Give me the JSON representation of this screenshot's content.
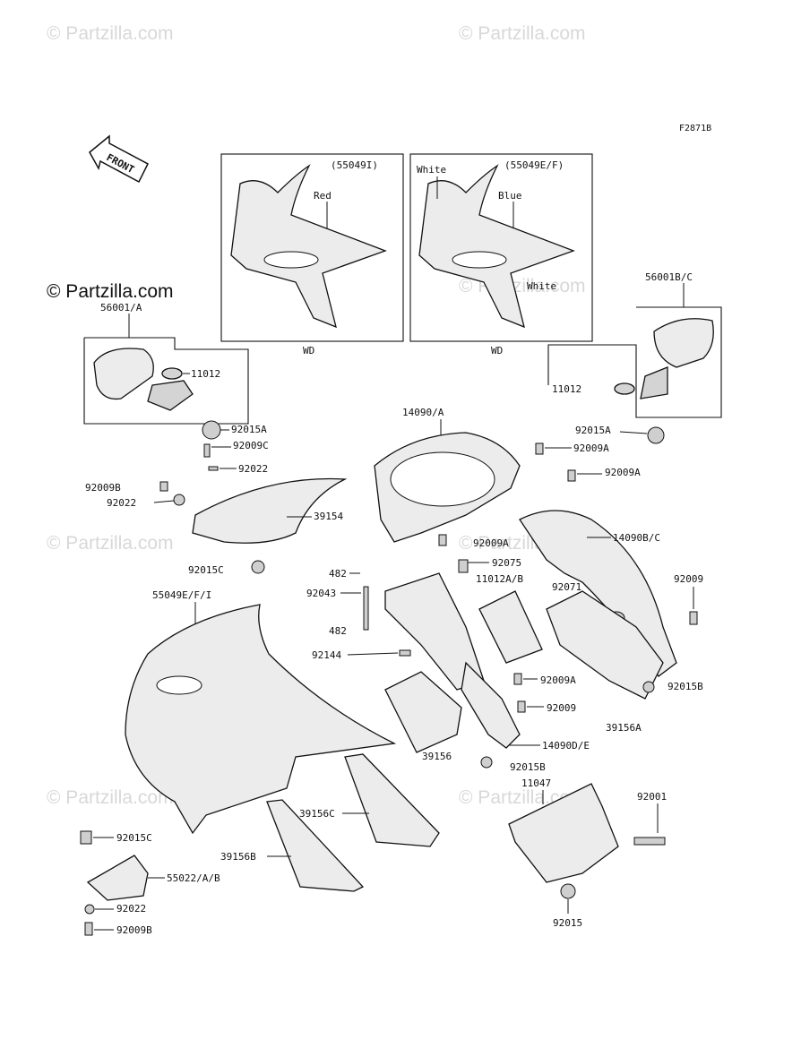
{
  "watermarks": {
    "top_left": "© Partzilla.com",
    "top_right": "© Partzilla.com",
    "main": "© Partzilla.com",
    "mid_right_mirror": "© Partzilla.com",
    "mid_left": "© Partzilla.com",
    "mid_center": "© Partzilla.com",
    "bottom_left": "© Partzilla.com",
    "bottom_right": "© Partzilla.com"
  },
  "figure_code": "F2871B",
  "front_label": "FRONT",
  "inset_left": {
    "part": "(55049I)",
    "color": "Red",
    "caption": "WD"
  },
  "inset_right": {
    "part": "(55049E/F)",
    "color_top": "White",
    "color_mid": "Blue",
    "color_bottom": "White",
    "caption": "WD"
  },
  "labels": {
    "mirror_left": "56001/A",
    "grommet_left": "11012",
    "mirror_right": "56001B/C",
    "grommet_right": "11012",
    "nut_92015A_left": "92015A",
    "bolt_92009C": "92009C",
    "spring_92022_top": "92022",
    "bolt_92009B": "92009B",
    "washer_92022": "92022",
    "screen": "39154",
    "nut_92015C": "92015C",
    "inner_cover_top": "14090/A",
    "nut_92015A_right": "92015A",
    "bolt_92009A_1": "92009A",
    "bolt_92009A_2": "92009A",
    "bolt_92009A_3": "92009A",
    "inner_panel_bc": "14090B/C",
    "clip_482_top": "482",
    "rivet_92075": "92075",
    "rod_92043": "92043",
    "pad_11012AB": "11012A/B",
    "grommet_92071": "92071",
    "bolt_92009": "92009",
    "clip_482_bottom": "482",
    "spring_92144": "92144",
    "bolt_92009A_4": "92009A",
    "nut_92015B_right": "92015B",
    "bolt_92009_2": "92009",
    "pad_39156A": "39156A",
    "cowling_main": "55049E/F/I",
    "pad_39156": "39156",
    "cover_14090DE": "14090D/E",
    "nut_92015B_bottom": "92015B",
    "bracket_11047": "11047",
    "bolt_92001": "92001",
    "pad_39156C": "39156C",
    "pad_39156B": "39156B",
    "nut_92015C_bottom": "92015C",
    "cover_55022": "55022/A/B",
    "washer_92022_bottom": "92022",
    "bolt_92009B_bottom": "92009B",
    "nut_92015": "92015"
  }
}
